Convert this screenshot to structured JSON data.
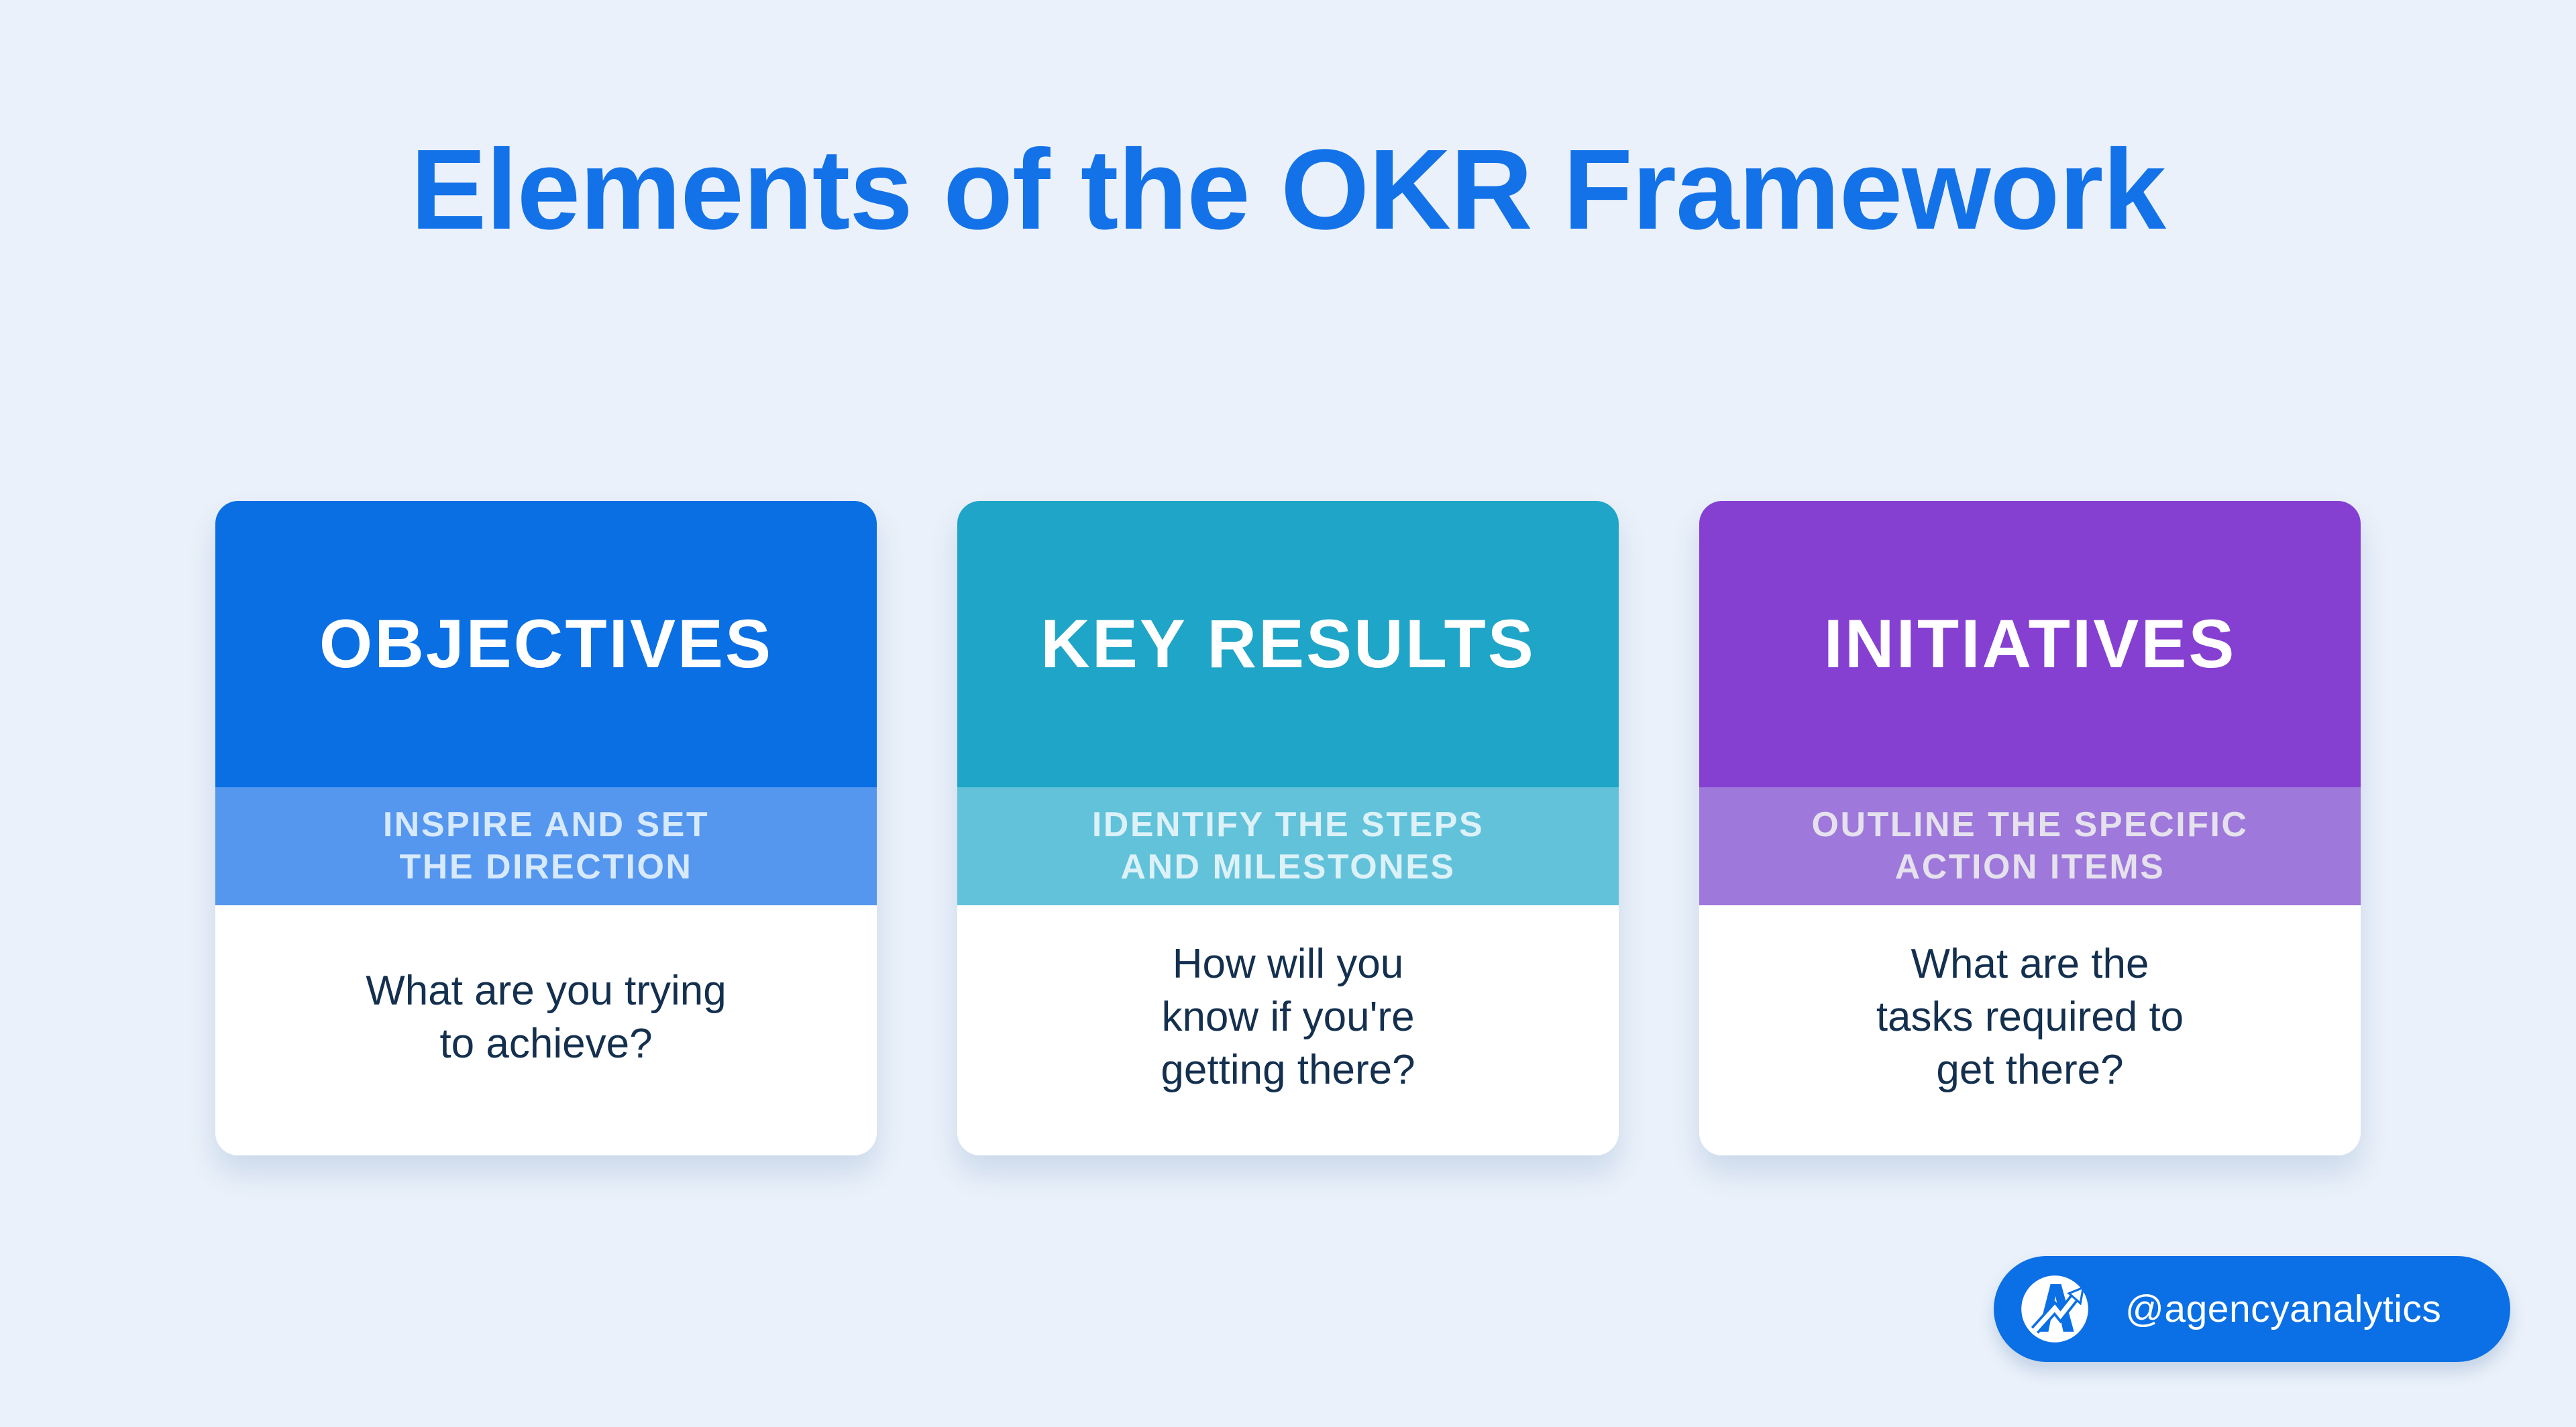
{
  "page": {
    "title": "Elements of the OKR Framework",
    "background_color": "#EAF1FA",
    "title_color": "#1472E8"
  },
  "cards": [
    {
      "id": "objectives",
      "header": "OBJECTIVES",
      "header_bg": "#0B6FE4",
      "band_bg": "#5596EE",
      "band_text_color": "#D7E9FD",
      "subtitle_lines": [
        "INSPIRE AND SET",
        "THE DIRECTION"
      ],
      "body_lines": [
        "What are you trying",
        "to achieve?"
      ]
    },
    {
      "id": "key-results",
      "header": "KEY RESULTS",
      "header_bg": "#1FA5C7",
      "band_bg": "#61C2DA",
      "band_text_color": "#DCF1F8",
      "subtitle_lines": [
        "IDENTIFY THE STEPS",
        "AND MILESTONES"
      ],
      "body_lines": [
        "How will you",
        "know if you're",
        "getting there?"
      ]
    },
    {
      "id": "initiatives",
      "header": "INITIATIVES",
      "header_bg": "#8540D2",
      "band_bg": "#9E78DA",
      "band_text_color": "#E5E1ED",
      "subtitle_lines": [
        "OUTLINE THE SPECIFIC",
        "ACTION ITEMS"
      ],
      "body_lines": [
        "What are the",
        "tasks required to",
        "get there?"
      ]
    }
  ],
  "body_text_color": "#14304E",
  "badge": {
    "handle": "@agencyanalytics",
    "bg_color": "#0B6FE6",
    "logo_icon": "agencyanalytics-logo"
  }
}
